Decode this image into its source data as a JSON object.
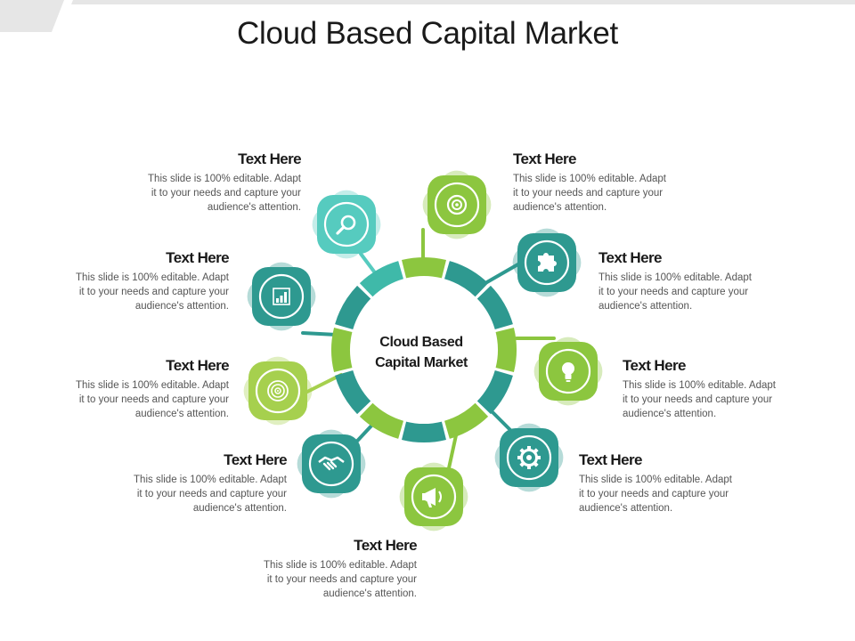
{
  "title": "Cloud Based Capital Market",
  "center_label_line1": "Cloud Based",
  "center_label_line2": "Capital Market",
  "colors": {
    "dark_teal": "#2E9990",
    "mid_teal": "#3FB9A9",
    "light_teal": "#56CBBF",
    "lime": "#8CC63F",
    "light_lime": "#A6D04E",
    "top_bar": "#E6E6E6"
  },
  "items": [
    {
      "heading": "Text Here",
      "body_line1": "This slide is 100% editable. Adapt",
      "body_line2": "it to your needs and capture your",
      "body_line3": "audience's attention.",
      "icon": "target-icon"
    },
    {
      "heading": "Text Here",
      "body_line1": "This slide is 100% editable. Adapt",
      "body_line2": "it to your needs and capture your",
      "body_line3": "audience's attention.",
      "icon": "puzzle-icon"
    },
    {
      "heading": "Text Here",
      "body_line1": "This slide is 100% editable. Adapt",
      "body_line2": "it to your needs and capture your",
      "body_line3": "audience's attention.",
      "icon": "lightbulb-icon"
    },
    {
      "heading": "Text Here",
      "body_line1": "This slide is 100% editable. Adapt",
      "body_line2": "it to your needs and capture your",
      "body_line3": "audience's attention.",
      "icon": "gear-icon"
    },
    {
      "heading": "Text Here",
      "body_line1": "This slide is 100% editable. Adapt",
      "body_line2": "it to your needs and capture your",
      "body_line3": "audience's attention.",
      "icon": "megaphone-icon"
    },
    {
      "heading": "Text Here",
      "body_line1": "This slide is 100% editable. Adapt",
      "body_line2": "it to your needs and capture your",
      "body_line3": "audience's attention.",
      "icon": "handshake-icon"
    },
    {
      "heading": "Text Here",
      "body_line1": "This slide is 100% editable. Adapt",
      "body_line2": "it to your needs and capture your",
      "body_line3": "audience's attention.",
      "icon": "radar-icon"
    },
    {
      "heading": "Text Here",
      "body_line1": "This slide is 100% editable. Adapt",
      "body_line2": "it to your needs and capture your",
      "body_line3": "audience's attention.",
      "icon": "bar-chart-icon"
    },
    {
      "heading": "Text Here",
      "body_line1": "This slide is 100% editable. Adapt",
      "body_line2": "it to your needs and capture your",
      "body_line3": "audience's attention.",
      "icon": "search-icon"
    }
  ]
}
